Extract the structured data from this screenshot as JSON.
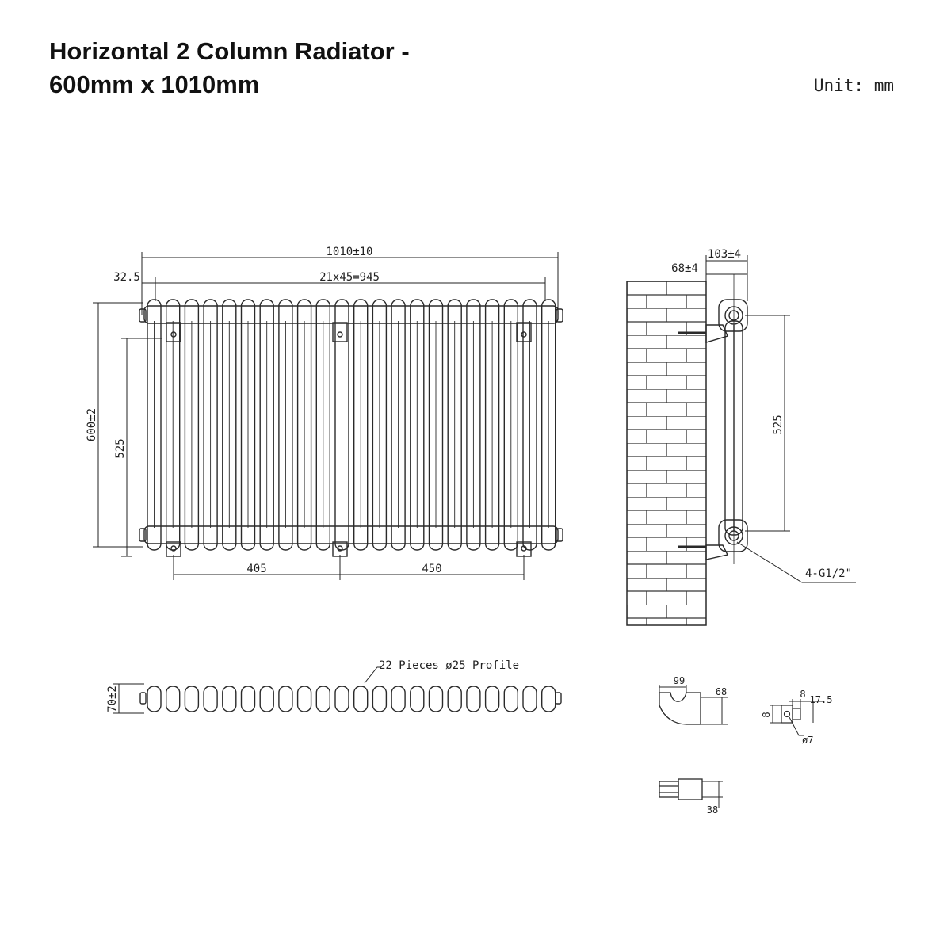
{
  "title": {
    "line1": "Horizontal 2 Column Radiator -",
    "line2": "600mm x 1010mm"
  },
  "unit_label": "Unit: mm",
  "front_view": {
    "overall_width": "1010±10",
    "end_offset": "32.5",
    "section_pitch": "21x45=945",
    "overall_height": "600±2",
    "pipe_centres": "525",
    "bracket_left_spacing": "405",
    "bracket_right_spacing": "450"
  },
  "side_view": {
    "wall_gap": "68±4",
    "depth": "103±4",
    "pipe_centres": "525",
    "connections": "4-G1/2\""
  },
  "top_view": {
    "depth": "70±2",
    "profile_note": "22 Pieces ø25 Profile"
  },
  "bracket_detail": {
    "width": "99",
    "height": "68",
    "thickness": "38"
  },
  "fixing_detail": {
    "a": "8",
    "b": "17.5",
    "c": "8",
    "hole": "ø7"
  },
  "colors": {
    "line": "#2a2a2a",
    "background": "#ffffff"
  }
}
